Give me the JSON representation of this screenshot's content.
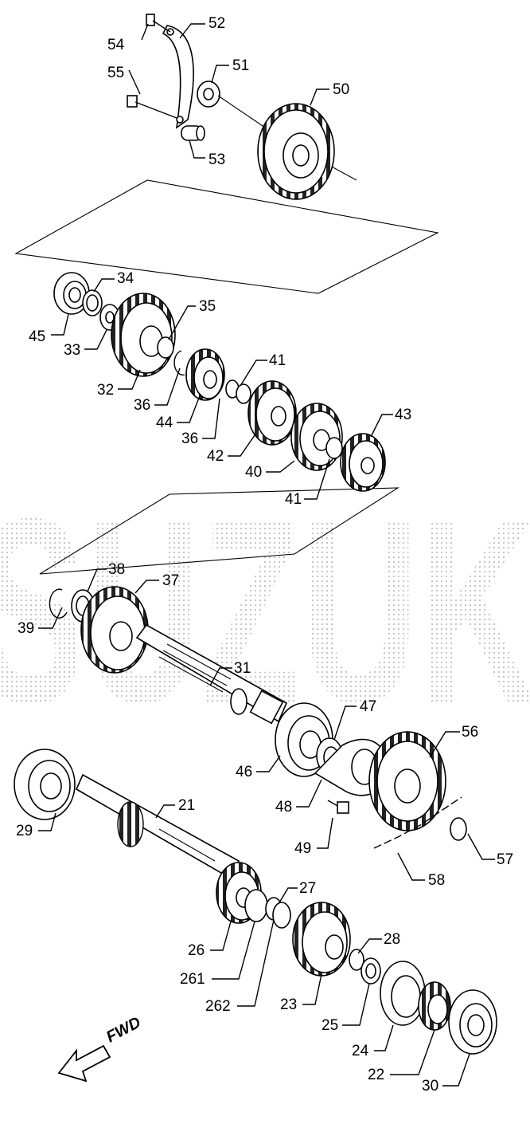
{
  "diagram": {
    "watermark": "SUZUKI",
    "direction_label": "FWD",
    "callouts": [
      "54",
      "52",
      "55",
      "51",
      "50",
      "53",
      "34",
      "45",
      "33",
      "35",
      "32",
      "41",
      "36",
      "44",
      "36",
      "42",
      "43",
      "40",
      "41",
      "38",
      "37",
      "39",
      "31",
      "47",
      "56",
      "46",
      "48",
      "21",
      "49",
      "57",
      "29",
      "58",
      "27",
      "26",
      "28",
      "261",
      "262",
      "23",
      "25",
      "24",
      "22",
      "30"
    ]
  }
}
